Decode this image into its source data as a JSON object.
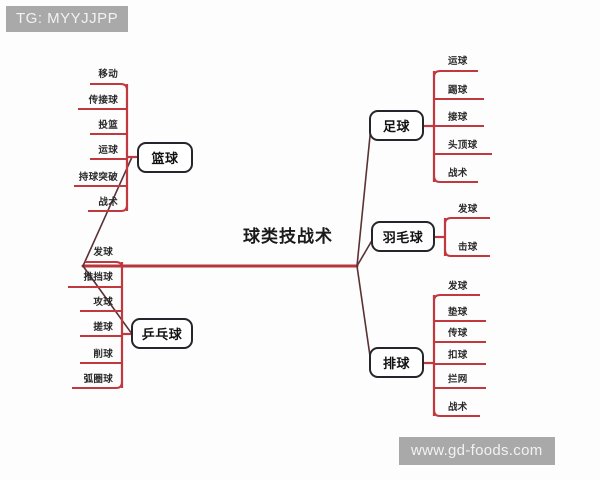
{
  "watermarks": {
    "top_left": "TG: MYYJJPP",
    "bottom_right": "www.gd-foods.com"
  },
  "diagram": {
    "type": "mind-map",
    "center": {
      "label": "球类技战术"
    },
    "branches": [
      {
        "id": "basketball",
        "label": "篮球",
        "side": "left",
        "children": [
          "移动",
          "传接球",
          "投篮",
          "运球",
          "持球突破",
          "战术"
        ]
      },
      {
        "id": "table-tennis",
        "label": "乒乓球",
        "side": "left",
        "children": [
          "发球",
          "推挡球",
          "攻球",
          "搓球",
          "削球",
          "弧圈球"
        ]
      },
      {
        "id": "football",
        "label": "足球",
        "side": "right",
        "children": [
          "运球",
          "踢球",
          "接球",
          "头顶球",
          "战术"
        ]
      },
      {
        "id": "badminton",
        "label": "羽毛球",
        "side": "right",
        "children": [
          "发球",
          "击球"
        ]
      },
      {
        "id": "volleyball",
        "label": "排球",
        "side": "right",
        "children": [
          "发球",
          "垫球",
          "传球",
          "扣球",
          "拦网",
          "战术"
        ]
      }
    ]
  },
  "colors": {
    "branch_line": "#c0393f",
    "trunk_line": "#b8353b",
    "connector_line": "#4a4a4a",
    "node_border": "#24262b",
    "text": "#1a1a1a",
    "watermark_bg": "#a9a9a9",
    "watermark_text": "#f2f2f2",
    "background": "#fdfdfd"
  }
}
